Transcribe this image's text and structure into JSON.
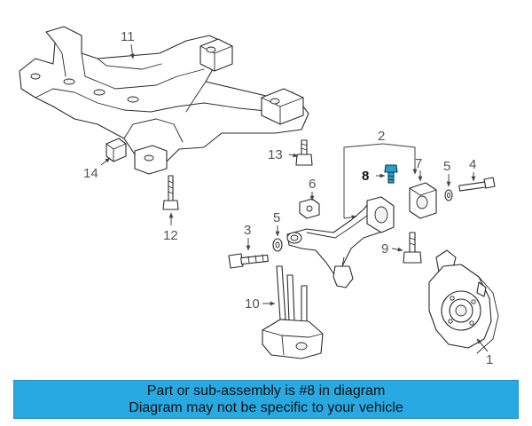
{
  "diagram": {
    "callouts": {
      "c1": "1",
      "c2": "2",
      "c3": "3",
      "c4": "4",
      "c5a": "5",
      "c5b": "5",
      "c6": "6",
      "c7": "7",
      "c8": "8",
      "c9": "9",
      "c10": "10",
      "c11": "11",
      "c12": "12",
      "c13": "13",
      "c14": "14"
    },
    "highlighted_part": "8",
    "highlight_color": "#2aa0c8"
  },
  "banner": {
    "line1": "Part or sub-assembly is #8 in diagram",
    "line2": "Diagram may not be specific to your vehicle",
    "background": "#29a9e1"
  }
}
